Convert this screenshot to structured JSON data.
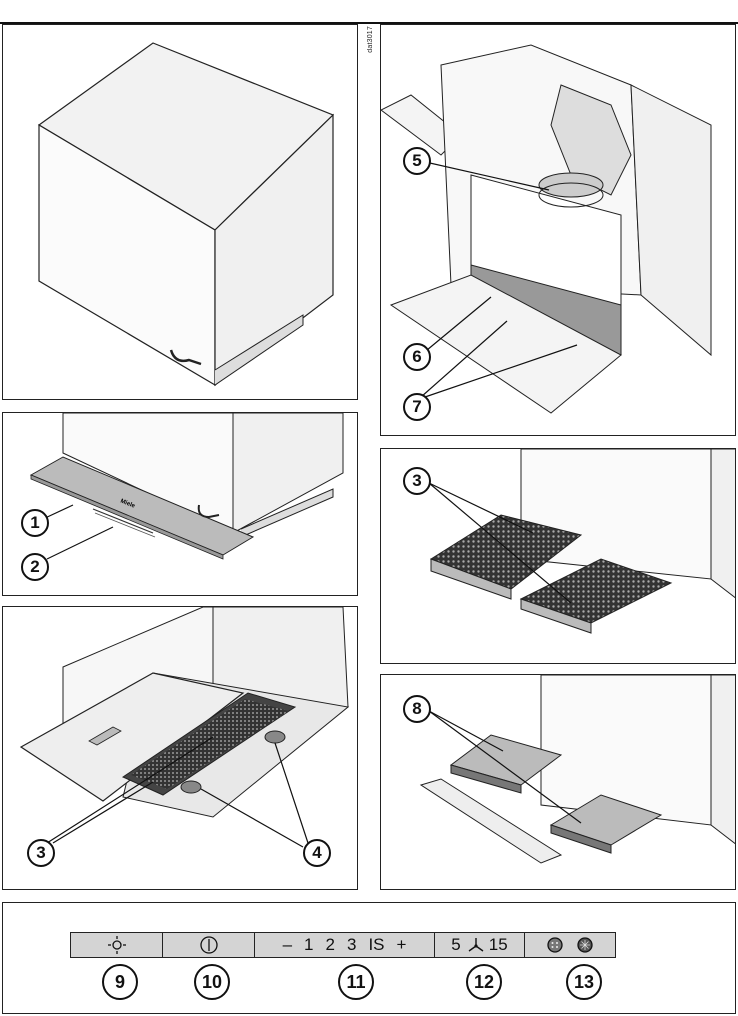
{
  "doc_code": "dat3017",
  "callouts": {
    "c1": "1",
    "c2": "2",
    "c3a": "3",
    "c3b": "3",
    "c4": "4",
    "c5": "5",
    "c6": "6",
    "c7": "7",
    "c8": "8"
  },
  "control_panel": {
    "seg11_items": [
      "–",
      "1",
      "2",
      "3",
      "IS",
      "+"
    ],
    "seg12_left": "5",
    "seg12_right": "15",
    "labels": [
      "9",
      "10",
      "11",
      "12",
      "13"
    ]
  },
  "brand_mark": "Miele",
  "icons": [
    "light-icon",
    "power-icon",
    "fan-icon",
    "filter-icon"
  ]
}
